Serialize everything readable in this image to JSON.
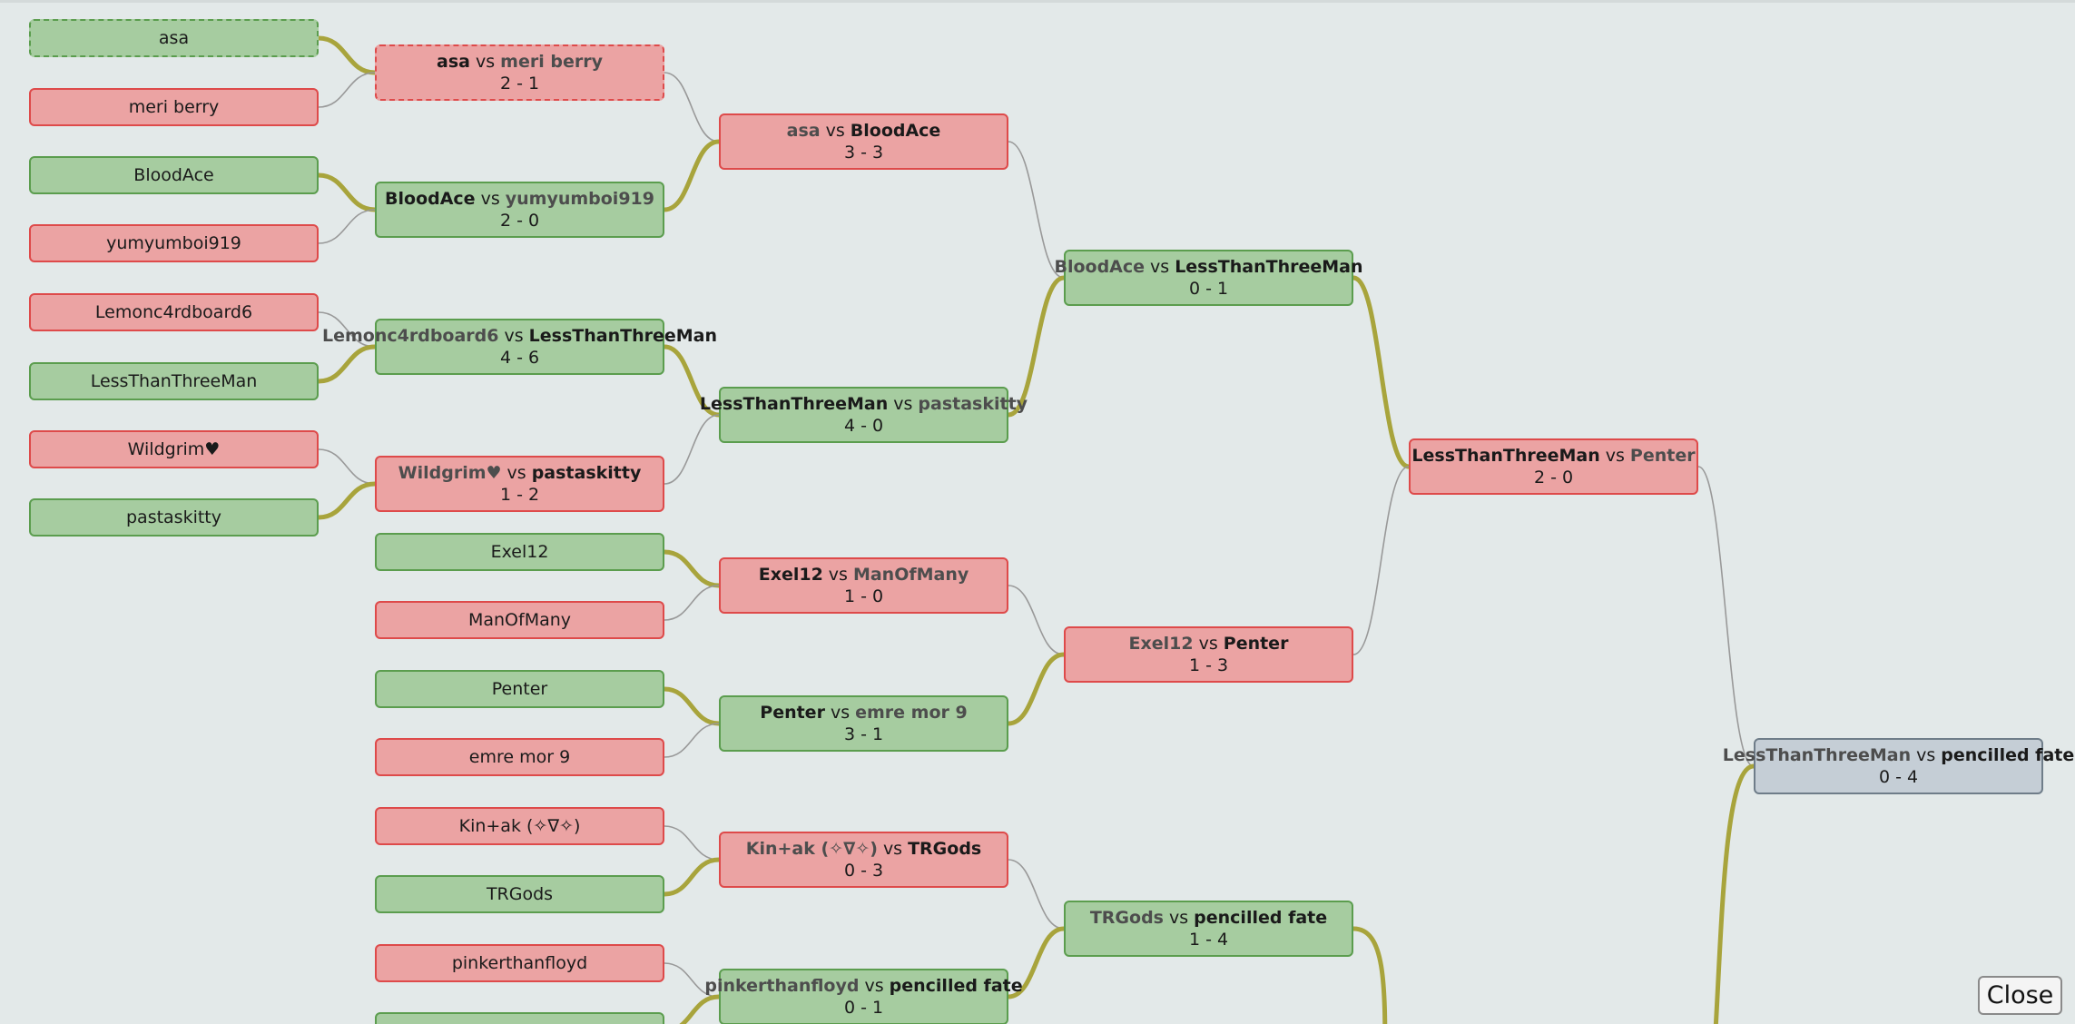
{
  "colors": {
    "win_fill": "#a6cca0",
    "loss_fill": "#eba3a3",
    "final_fill": "#c5ced6",
    "winner_path": "#a8a43c",
    "loser_path": "#999999"
  },
  "entrants": [
    {
      "name": "asa",
      "result": "win",
      "style": "dashed"
    },
    {
      "name": "meri berry",
      "result": "loss"
    },
    {
      "name": "BloodAce",
      "result": "win"
    },
    {
      "name": "yumyumboi919",
      "result": "loss"
    },
    {
      "name": "Lemonc4rdboard6",
      "result": "loss"
    },
    {
      "name": "LessThanThreeMan",
      "result": "win"
    },
    {
      "name": "Wildgrim♥",
      "result": "loss"
    },
    {
      "name": "pastaskitty",
      "result": "win"
    },
    {
      "name": "Exel12",
      "result": "win"
    },
    {
      "name": "ManOfMany",
      "result": "loss"
    },
    {
      "name": "Penter",
      "result": "win"
    },
    {
      "name": "emre mor 9",
      "result": "loss"
    },
    {
      "name": "Kin+ak (✧∇✧)",
      "result": "loss"
    },
    {
      "name": "TRGods",
      "result": "win"
    },
    {
      "name": "pinkerthanfloyd",
      "result": "loss"
    }
  ],
  "matches": [
    {
      "p1": "asa",
      "p2": "meri berry",
      "vs": "vs",
      "score": "2 - 1",
      "winner": 1,
      "result": "loss",
      "style": "dashed"
    },
    {
      "p1": "BloodAce",
      "p2": "yumyumboi919",
      "vs": "vs",
      "score": "2 - 0",
      "winner": 1,
      "result": "win"
    },
    {
      "p1": "Lemonc4rdboard6",
      "p2": "LessThanThreeMan",
      "vs": "vs",
      "score": "4 - 6",
      "winner": 2,
      "result": "win"
    },
    {
      "p1": "Wildgrim♥",
      "p2": "pastaskitty",
      "vs": "vs",
      "score": "1 - 2",
      "winner": 2,
      "result": "loss"
    },
    {
      "p1": "asa",
      "p2": "BloodAce",
      "vs": "vs",
      "score": "3 - 3",
      "winner": 2,
      "result": "loss"
    },
    {
      "p1": "LessThanThreeMan",
      "p2": "pastaskitty",
      "vs": "vs",
      "score": "4 - 0",
      "winner": 1,
      "result": "win"
    },
    {
      "p1": "Exel12",
      "p2": "ManOfMany",
      "vs": "vs",
      "score": "1 - 0",
      "winner": 1,
      "result": "loss"
    },
    {
      "p1": "Penter",
      "p2": "emre mor 9",
      "vs": "vs",
      "score": "3 - 1",
      "winner": 1,
      "result": "win"
    },
    {
      "p1": "Kin+ak (✧∇✧)",
      "p2": "TRGods",
      "vs": "vs",
      "score": "0 - 3",
      "winner": 2,
      "result": "loss"
    },
    {
      "p1": "pinkerthanfloyd",
      "p2": "pencilled fate",
      "vs": "vs",
      "score": "0 - 1",
      "winner": 2,
      "result": "win"
    },
    {
      "p1": "BloodAce",
      "p2": "LessThanThreeMan",
      "vs": "vs",
      "score": "0 - 1",
      "winner": 2,
      "result": "win"
    },
    {
      "p1": "Exel12",
      "p2": "Penter",
      "vs": "vs",
      "score": "1 - 3",
      "winner": 2,
      "result": "loss"
    },
    {
      "p1": "TRGods",
      "p2": "pencilled fate",
      "vs": "vs",
      "score": "1 - 4",
      "winner": 2,
      "result": "win"
    },
    {
      "p1": "LessThanThreeMan",
      "p2": "Penter",
      "vs": "vs",
      "score": "2 - 0",
      "winner": 1,
      "result": "loss"
    },
    {
      "p1": "LessThanThreeMan",
      "p2": "pencilled fate",
      "vs": "vs",
      "score": "0 - 4",
      "winner": 2,
      "result": "neutral"
    }
  ],
  "close_label": "Close"
}
